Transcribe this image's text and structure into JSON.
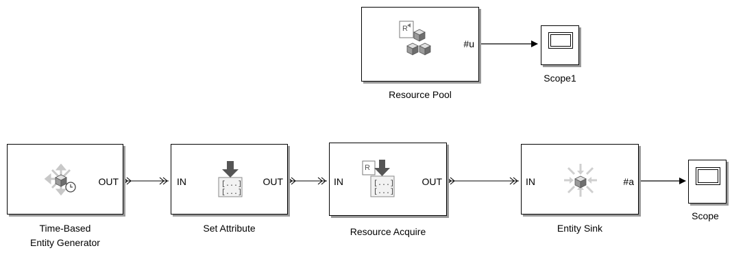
{
  "blocks": {
    "resource_pool": {
      "label": "Resource Pool",
      "out_port": "#u"
    },
    "scope1": {
      "label": "Scope1"
    },
    "generator": {
      "label_line1": "Time-Based",
      "label_line2": "Entity Generator",
      "out_port": "OUT"
    },
    "set_attribute": {
      "label": "Set Attribute",
      "in_port": "IN",
      "out_port": "OUT"
    },
    "resource_acquire": {
      "label": "Resource Acquire",
      "in_port": "IN",
      "out_port": "OUT"
    },
    "entity_sink": {
      "label": "Entity Sink",
      "in_port": "IN",
      "out_port": "#a"
    },
    "scope": {
      "label": "Scope"
    }
  },
  "icons": {
    "resource_pool": "resource-pool-icon",
    "generator": "entity-generator-icon",
    "set_attribute": "set-attribute-icon",
    "resource_acquire": "resource-acquire-icon",
    "entity_sink": "entity-sink-icon",
    "scope": "scope-screen-icon"
  },
  "colors": {
    "shadow": "#9a9a9a",
    "line": "#000000",
    "icon_gray": "#8c8c8c"
  }
}
